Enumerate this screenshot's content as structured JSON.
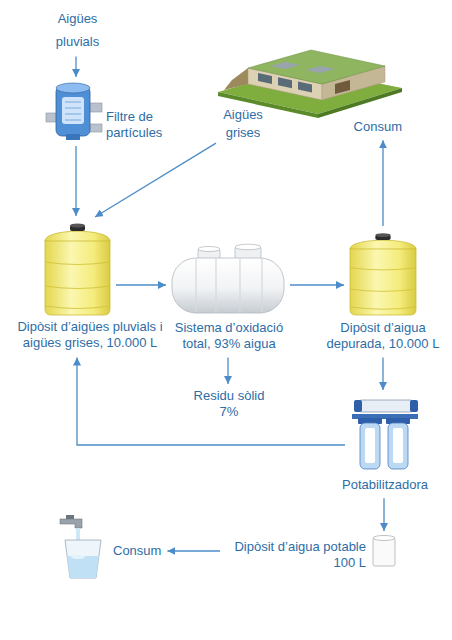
{
  "diagram": {
    "nodes": [
      {
        "text": [
          "Aigües pluvials"
        ]
      },
      {
        "text": [
          "Filtre de partícules"
        ]
      },
      {
        "text": [
          "Aigües grises"
        ]
      },
      {
        "text": [
          "Consum"
        ]
      },
      {
        "text": [
          "Dipòsit d’aigües pluvials i aigües grises, 10.000 L"
        ]
      },
      {
        "text": [
          "Sistema d’oxidació total, 93% aigua"
        ]
      },
      {
        "text": [
          "Dipòsit d’aigua depurada, 10.000 L"
        ]
      },
      {
        "text": [
          "Residu sòlid 7%"
        ]
      },
      {
        "text": [
          "Potabilitzadora"
        ]
      },
      {
        "text": [
          "Dipòsit d’aigua potable 100 L"
        ]
      },
      {
        "text": [
          "Consum"
        ]
      }
    ],
    "edges": [
      {
        "from": 0,
        "to": 1,
        "arrow": "to"
      },
      {
        "from": 1,
        "to": 4,
        "arrow": "to"
      },
      {
        "from": 2,
        "to": 4,
        "arrow": "to"
      },
      {
        "from": 4,
        "to": 5,
        "arrow": "to"
      },
      {
        "from": 5,
        "to": 6,
        "arrow": "to"
      },
      {
        "from": 6,
        "to": 3,
        "arrow": "to"
      },
      {
        "from": 5,
        "to": 7,
        "arrow": "to"
      },
      {
        "from": 6,
        "to": 8,
        "arrow": "to"
      },
      {
        "from": 8,
        "to": 4,
        "arrow": "to"
      },
      {
        "from": 8,
        "to": 9,
        "arrow": "to"
      },
      {
        "from": 9,
        "to": 10,
        "arrow": "to"
      }
    ]
  }
}
